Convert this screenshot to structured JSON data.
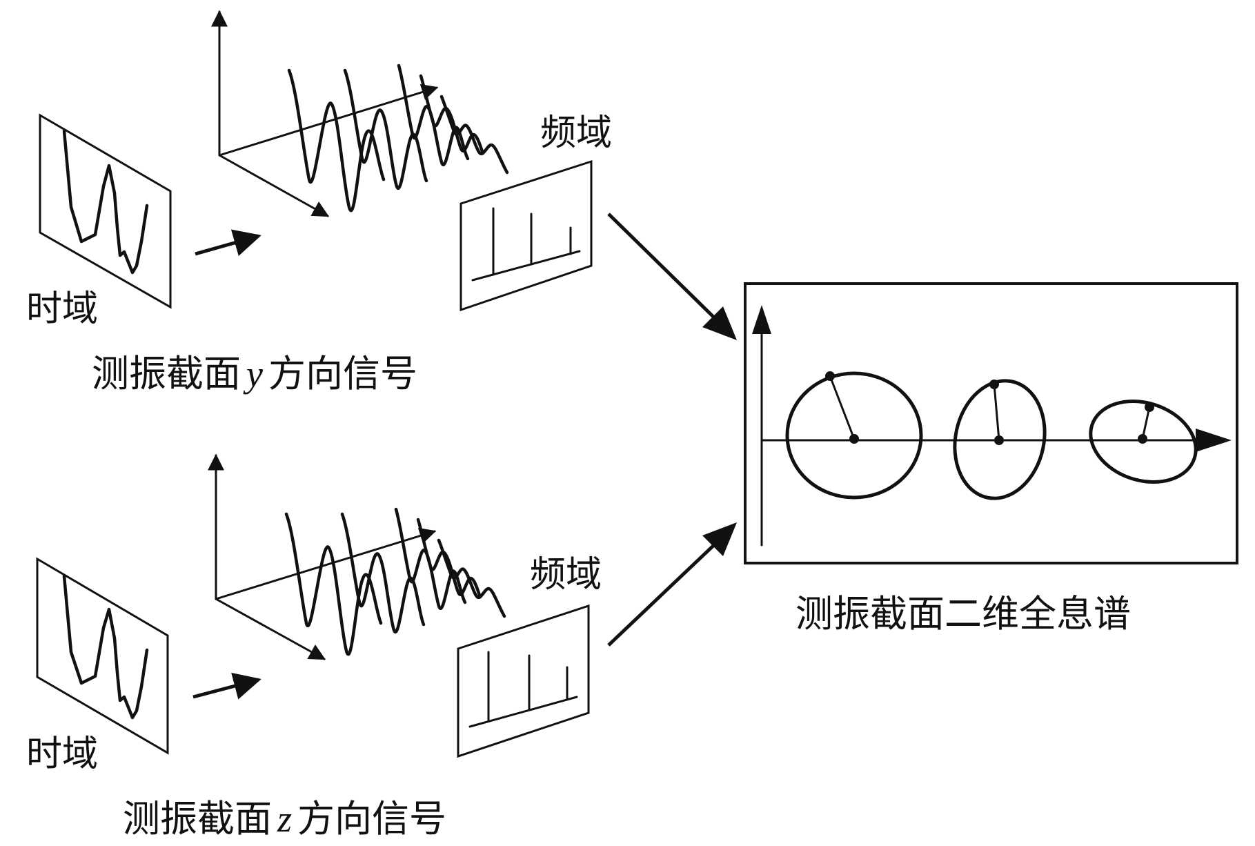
{
  "rows": {
    "y": {
      "time_label": "时域",
      "freq_label": "频域",
      "caption_prefix": "测振截面",
      "axis_var": "y",
      "caption_suffix": "方向信号"
    },
    "z": {
      "time_label": "时域",
      "freq_label": "频域",
      "caption_prefix": "测振截面",
      "axis_var": "z",
      "caption_suffix": "方向信号"
    }
  },
  "hologram": {
    "caption": "测振截面二维全息谱"
  },
  "colors": {
    "ink": "#111111",
    "background": "#ffffff"
  }
}
